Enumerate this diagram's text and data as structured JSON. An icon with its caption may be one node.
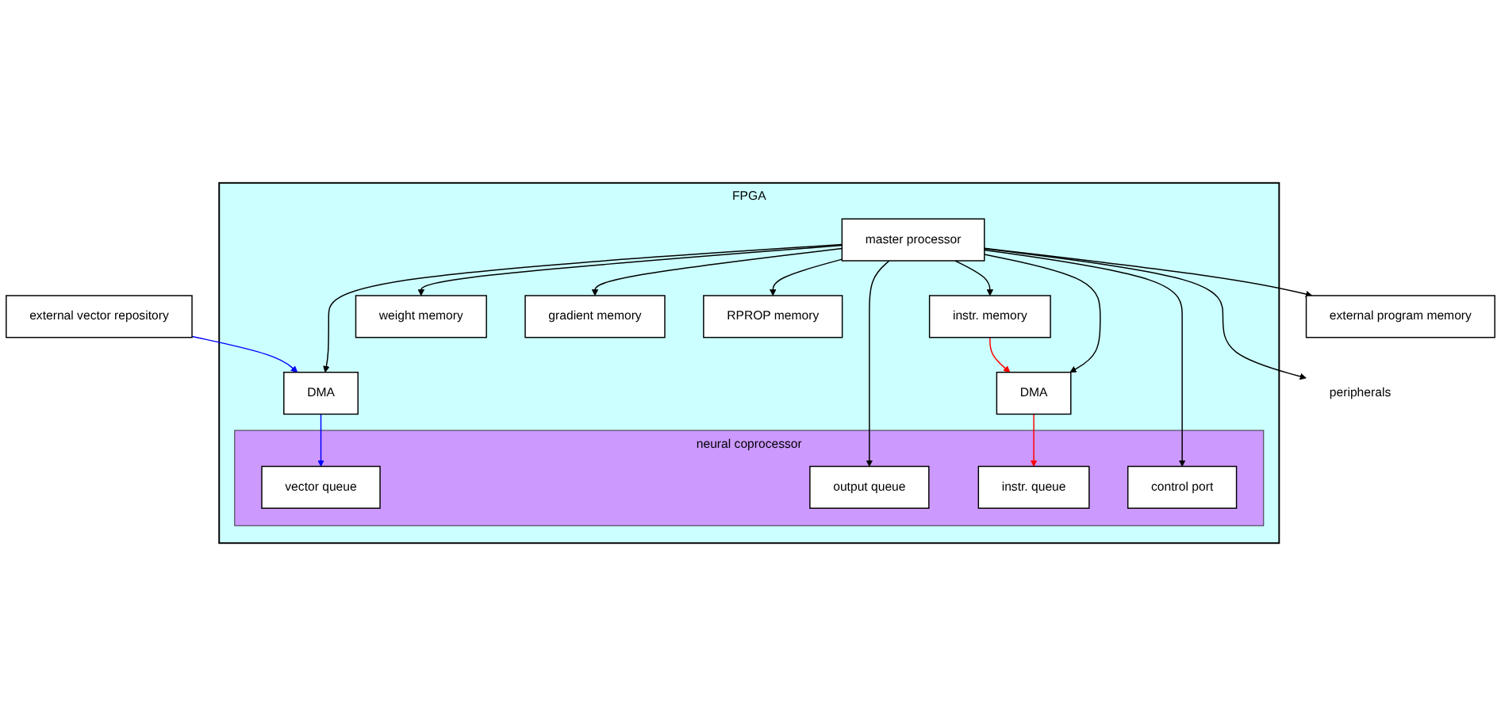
{
  "diagram": {
    "nodes": [
      {
        "text": [
          "external vector repository"
        ]
      },
      {
        "text": [
          "external program memory"
        ]
      },
      {
        "text": [
          "peripherals"
        ]
      },
      {
        "text": [
          "FPGA"
        ]
      },
      {
        "text": [
          "DMA"
        ],
        "in": 3
      },
      {
        "text": [
          "neural coprocessor"
        ],
        "in": 3
      },
      {
        "text": [
          "vector queue"
        ],
        "in": 5
      },
      {
        "text": [
          "output queue"
        ],
        "in": 5
      },
      {
        "text": [
          "instr. memory"
        ],
        "in": 3
      },
      {
        "text": [
          "DMA"
        ],
        "in": 3
      },
      {
        "text": [
          "instr. queue"
        ],
        "in": 5
      },
      {
        "text": [
          "control port"
        ],
        "in": 5
      },
      {
        "text": [
          "weight memory"
        ],
        "in": 3
      },
      {
        "text": [
          "gradient memory"
        ],
        "in": 3
      },
      {
        "text": [
          "RPROP memory"
        ],
        "in": 3
      },
      {
        "text": [
          "master processor"
        ],
        "in": 3
      }
    ],
    "edges": [
      {
        "from": 0,
        "to": 4,
        "arrow": "to",
        "color": "#0000ff"
      },
      {
        "from": 4,
        "to": 6,
        "arrow": "to",
        "color": "#0000ff"
      },
      {
        "from": 8,
        "to": 9,
        "arrow": "to",
        "color": "#ff0000"
      },
      {
        "from": 9,
        "to": 10,
        "arrow": "to",
        "color": "#ff0000"
      },
      {
        "from": 15,
        "to": 7,
        "arrow": "to"
      },
      {
        "from": 15,
        "to": 11,
        "arrow": "to"
      },
      {
        "from": 15,
        "to": 1,
        "arrow": "to"
      },
      {
        "from": 15,
        "to": 2,
        "arrow": "to"
      },
      {
        "from": 15,
        "to": 8,
        "arrow": "to"
      },
      {
        "from": 15,
        "to": 4,
        "arrow": "to"
      },
      {
        "from": 15,
        "to": 9,
        "arrow": "to"
      },
      {
        "from": 15,
        "to": 12,
        "arrow": "to"
      },
      {
        "from": 15,
        "to": 13,
        "arrow": "to"
      },
      {
        "from": 15,
        "to": 14,
        "arrow": "to"
      }
    ]
  }
}
